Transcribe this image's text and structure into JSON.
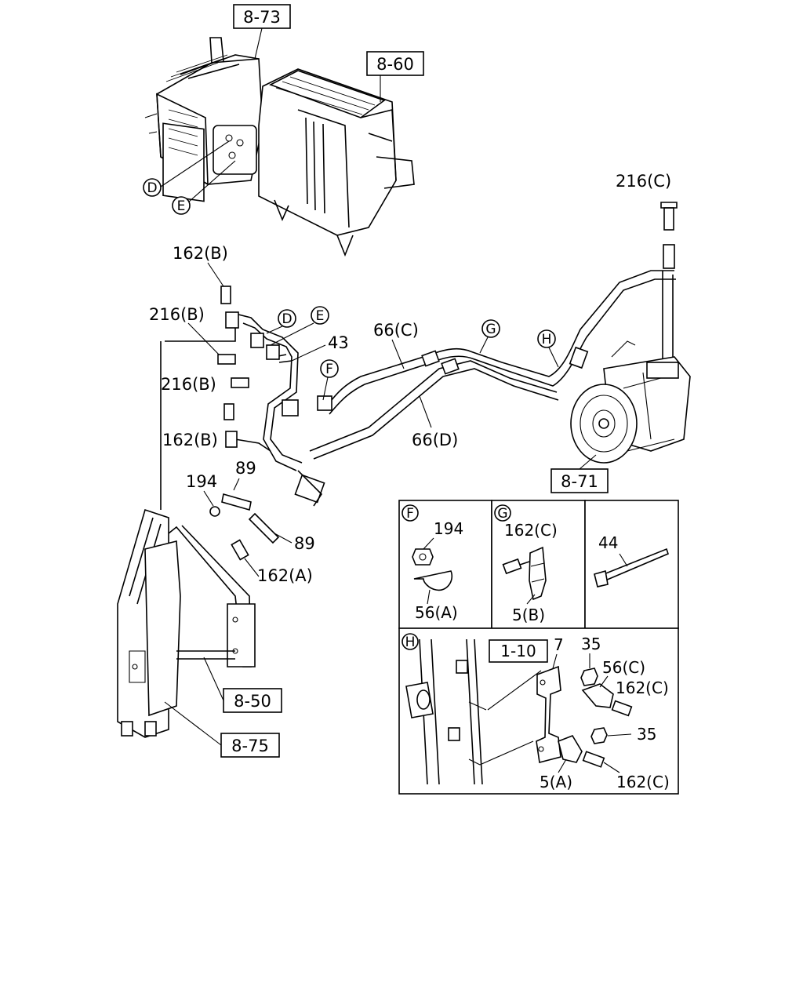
{
  "refs": {
    "ref_8_73": "8-73",
    "ref_8_60": "8-60",
    "ref_8_71": "8-71",
    "ref_8_50": "8-50",
    "ref_8_75": "8-75",
    "ref_1_10": "1-10"
  },
  "callouts": {
    "D": "D",
    "E": "E",
    "F": "F",
    "G": "G",
    "H": "H"
  },
  "parts": {
    "p216C_top": "216(C)",
    "p162B_top": "162(B)",
    "p216B_a": "216(B)",
    "p216B_b": "216(B)",
    "p162B_b": "162(B)",
    "p43": "43",
    "p66C": "66(C)",
    "p66D": "66(D)",
    "p89_a": "89",
    "p89_b": "89",
    "p194": "194",
    "p162A": "162(A)"
  },
  "detail_F": {
    "tag": "F",
    "p194": "194",
    "p56A": "56(A)"
  },
  "detail_G": {
    "tag": "G",
    "p162C": "162(C)",
    "p5B": "5(B)"
  },
  "detail_44": {
    "p44": "44"
  },
  "detail_H": {
    "tag": "H",
    "p7": "7",
    "p35_a": "35",
    "p56C": "56(C)",
    "p162C_a": "162(C)",
    "p35_b": "35",
    "p5A": "5(A)",
    "p162C_b": "162(C)"
  }
}
